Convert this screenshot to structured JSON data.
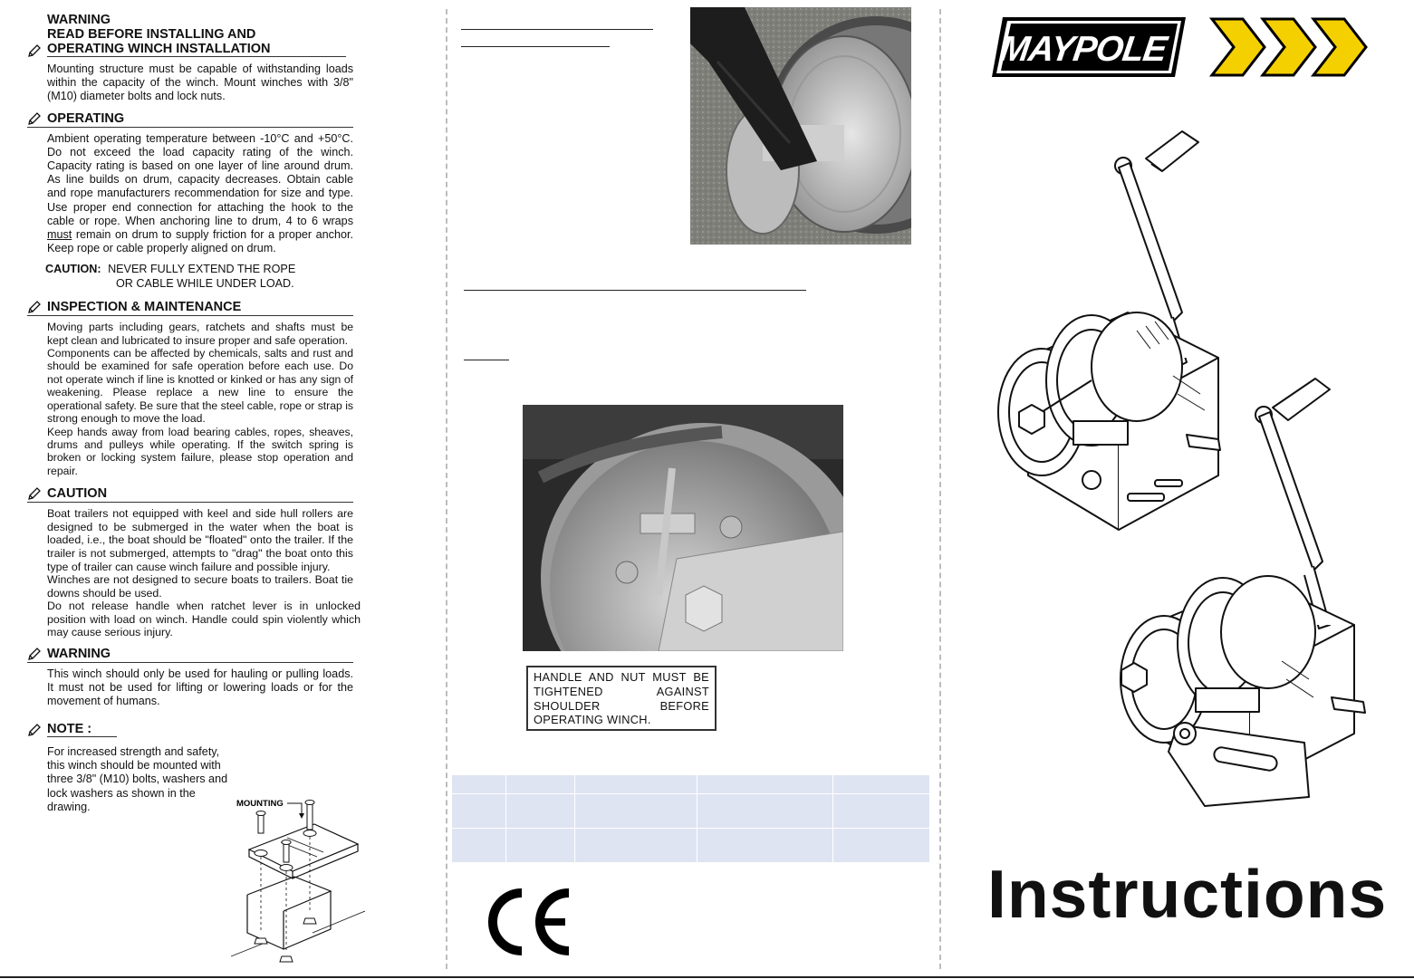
{
  "left": {
    "warning_heading": {
      "line1": "WARNING",
      "line2": "READ BEFORE INSTALLING AND",
      "line3": "OPERATING WINCH INSTALLATION"
    },
    "warning_body": "Mounting structure must be capable of withstanding loads within the capacity of the winch. Mount winches with 3/8\" (M10) diameter bolts and lock nuts.",
    "operating_heading": "OPERATING",
    "operating_body_a": "Ambient operating temperature between -10°C and +50°C. Do not exceed the load capacity rating of the winch. Capacity rating is based on one layer of line around drum. As line builds on drum, capacity decreases. Obtain cable and rope manufacturers recommendation for size and type. Use proper end connection for attaching the hook to the cable or rope. When anchoring line to drum, 4 to 6 wraps ",
    "operating_must": "must",
    "operating_body_b": " remain on drum to supply friction for a proper anchor. Keep rope or cable properly aligned on drum.",
    "caution_label": "CAUTION:",
    "caution_line1": "NEVER FULLY EXTEND THE ROPE",
    "caution_line2": "OR CABLE WHILE UNDER LOAD.",
    "inspection_heading": "INSPECTION & MAINTENANCE",
    "inspection_body1": "Moving parts including gears, ratchets and shafts must be kept clean and lubricated to insure proper and safe operation.",
    "inspection_body2": "Components can be affected by chemicals, salts and rust and should be examined for safe operation before each use. Do not operate winch if line is knotted or kinked or has any sign of weakening. Please replace a new line to ensure the operational safety. Be sure that the steel cable, rope or strap is strong enough to move the load.",
    "inspection_body3": "Keep hands away from load bearing cables, ropes, sheaves, drums and pulleys while operating. If the switch spring is broken or locking system failure, please stop operation and repair.",
    "caution_heading": "CAUTION",
    "caution_body1": "Boat trailers not equipped with keel and side hull rollers are designed to be submerged in the water when the boat is loaded, i.e., the boat should be \"floated\" onto the trailer. If the trailer is not submerged, attempts to \"drag\" the boat onto this type of trailer can cause winch failure and possible injury.",
    "caution_body2": "Winches are not designed to secure boats to trailers. Boat tie downs should be used.",
    "caution_body3": "Do not release handle when ratchet lever is in unlocked position with load on winch. Handle could spin violently which may cause serious injury.",
    "warning2_heading": "WARNING",
    "warning2_body": "This winch should only be used for hauling or pulling loads. It must not be used for lifting or lowering loads or for the movement of humans.",
    "note_heading": "NOTE :",
    "note_body": "For increased strength and safety, this winch should be mounted with three 3/8\" (M10) bolts, washers and lock washers as shown in the drawing.",
    "mounting_label": "MOUNTING"
  },
  "middle": {
    "warning_box": [
      "HANDLE AND NUT MUST BE",
      "TIGHTENED AGAINST",
      "SHOULDER BEFORE",
      "OPERATING WINCH."
    ],
    "ce_mark": "CE"
  },
  "right": {
    "brand": "MAYPOLE",
    "title": "Instructions"
  },
  "colors": {
    "chevron_yellow": "#f5d000",
    "table_fill": "#dfe4f3"
  }
}
